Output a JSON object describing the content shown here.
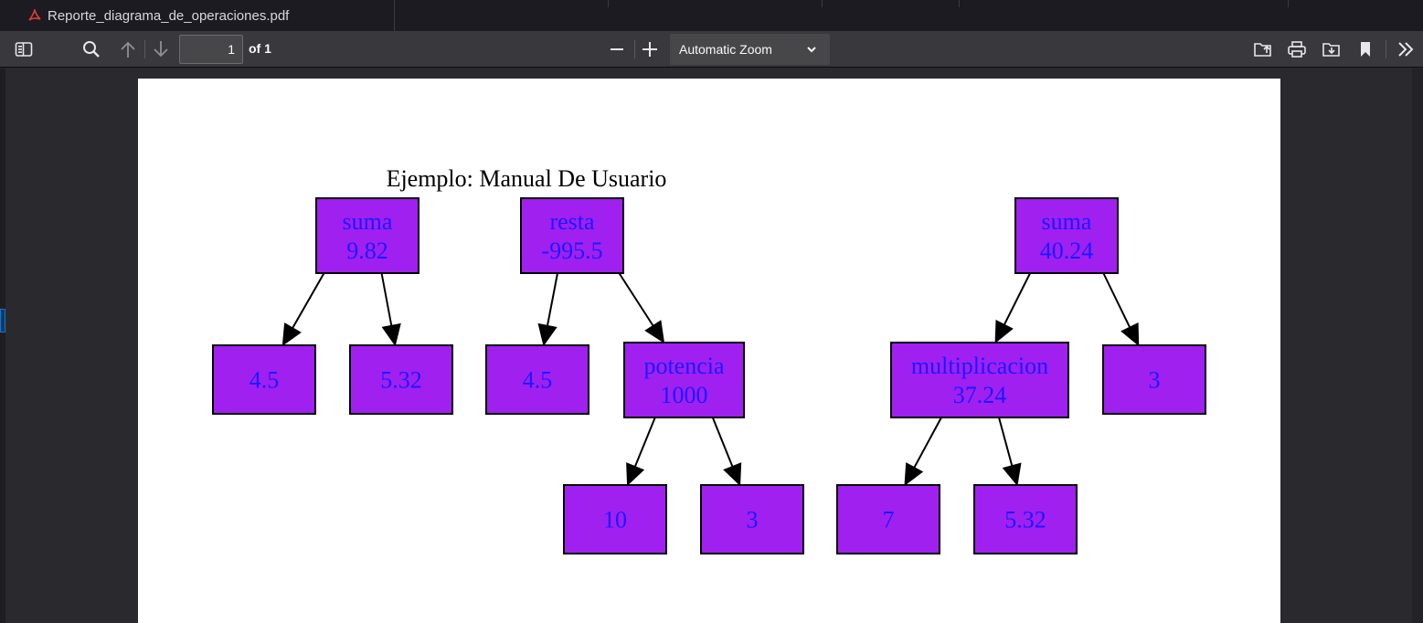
{
  "tab": {
    "title": "Reporte_diagrama_de_operaciones.pdf"
  },
  "toolbar": {
    "page_number": "1",
    "page_count": "of 1",
    "zoom": "Automatic Zoom"
  },
  "diagram": {
    "title": "Ejemplo: Manual De Usuario",
    "node_color": "#a020f0",
    "text_color": "#1a1aff",
    "nodes": {
      "n1": [
        "suma",
        "9.82"
      ],
      "n2": [
        "4.5"
      ],
      "n3": [
        "5.32"
      ],
      "n4": [
        "resta",
        "-995.5"
      ],
      "n5": [
        "4.5"
      ],
      "n6": [
        "potencia",
        "1000"
      ],
      "n7": [
        "10"
      ],
      "n8": [
        "3"
      ],
      "n9": [
        "suma",
        "40.24"
      ],
      "n10": [
        "multiplicacion",
        "37.24"
      ],
      "n11": [
        "3"
      ],
      "n12": [
        "7"
      ],
      "n13": [
        "5.32"
      ]
    },
    "edges": [
      [
        "n1",
        "n2"
      ],
      [
        "n1",
        "n3"
      ],
      [
        "n4",
        "n5"
      ],
      [
        "n4",
        "n6"
      ],
      [
        "n6",
        "n7"
      ],
      [
        "n6",
        "n8"
      ],
      [
        "n9",
        "n10"
      ],
      [
        "n9",
        "n11"
      ],
      [
        "n10",
        "n12"
      ],
      [
        "n10",
        "n13"
      ]
    ]
  }
}
